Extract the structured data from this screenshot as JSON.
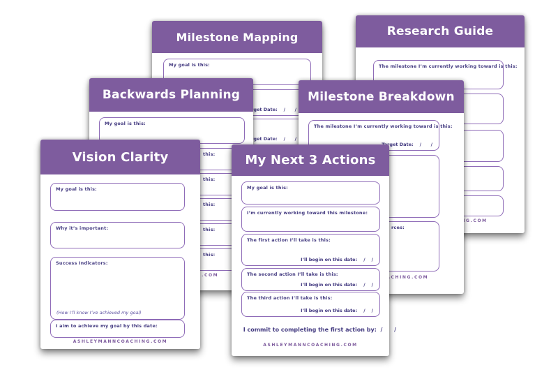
{
  "brand": {
    "footer": "ASHLEYMANNCOACHING.COM"
  },
  "colors": {
    "header_purple": "#7E5C9E",
    "box_border": "#8F6CB8",
    "label_ink": "#433A80",
    "page_bg": "#FFFFFF"
  },
  "pages": {
    "milestone_mapping": {
      "title": "Milestone Mapping",
      "goal_label": "My goal is this:",
      "rows": [
        {
          "target_label": "Target Date:",
          "slashes": "/      /"
        },
        {
          "target_label": "Target Date:",
          "slashes": "/      /"
        }
      ]
    },
    "research_guide": {
      "title": "Research Guide",
      "milestone_label": "The milestone I’m currently working toward is this:"
    },
    "backwards_planning": {
      "title": "Backwards Planning",
      "goal_label": "My goal is this:",
      "rows": [
        {
          "fragment": "this:"
        },
        {
          "fragment": "this:"
        },
        {
          "fragment": "this:"
        },
        {
          "fragment": "this:"
        },
        {
          "fragment": "this:"
        }
      ]
    },
    "milestone_breakdown": {
      "title": "Milestone Breakdown",
      "milestone_label": "The milestone I’m currently working toward is this:",
      "target_label": "Target Date:",
      "target_slashes": "/      /",
      "resources_fragment": "rces:"
    },
    "vision_clarity": {
      "title": "Vision Clarity",
      "goal_label": "My goal is this:",
      "importance_label": "Why it’s important:",
      "indicators_label": "Success Indicators:",
      "indicators_note": "(How I’ll know I’ve achieved my goal)",
      "date_label": "I aim to achieve my goal by this date:"
    },
    "next_actions": {
      "title": "My Next 3 Actions",
      "goal_label": "My goal is this:",
      "milestone_label": "I’m currently working toward this milestone:",
      "first_label": "The first action I’ll take is this:",
      "second_label": "The second action I’ll take is this:",
      "third_label": "The third action I’ll take is this:",
      "begin_label": "I’ll begin on this date:",
      "begin_slashes": "/    /",
      "commit_label": "I commit to completing the first action by:",
      "commit_slashes": "  /      /"
    }
  }
}
